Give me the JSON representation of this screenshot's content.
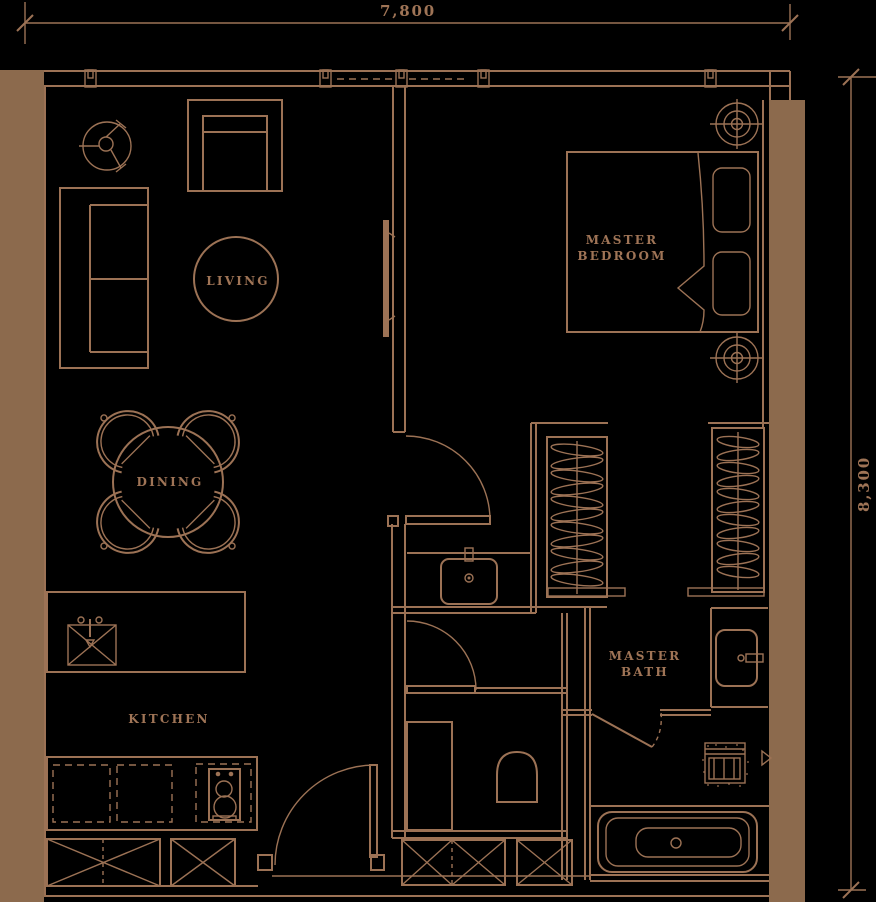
{
  "colors": {
    "background": "#000000",
    "line": "#9C7255",
    "wall": "#8C6A4D",
    "label": "#9F7456"
  },
  "dimensions": {
    "top": "7,800",
    "right": "8,300"
  },
  "rooms": {
    "living": "LIVING",
    "dining": "DINING",
    "kitchen": "KITCHEN",
    "master_bedroom_line1": "MASTER",
    "master_bedroom_line2": "BEDROOM",
    "master_bath_line1": "MASTER",
    "master_bath_line2": "BATH"
  },
  "symbols": {
    "furniture": [
      "ceiling-fan",
      "armchair",
      "sofa",
      "living-table",
      "tv-panel",
      "dining-table",
      "dining-chair",
      "kitchen-island",
      "kitchen-sink",
      "cooktop",
      "bed",
      "pillows",
      "wardrobe-hangers",
      "washbasin",
      "toilet",
      "shower-stall",
      "bath-vanity",
      "floor-drain-grate",
      "bathtub",
      "ceiling-light-marker",
      "service-shaft"
    ]
  }
}
